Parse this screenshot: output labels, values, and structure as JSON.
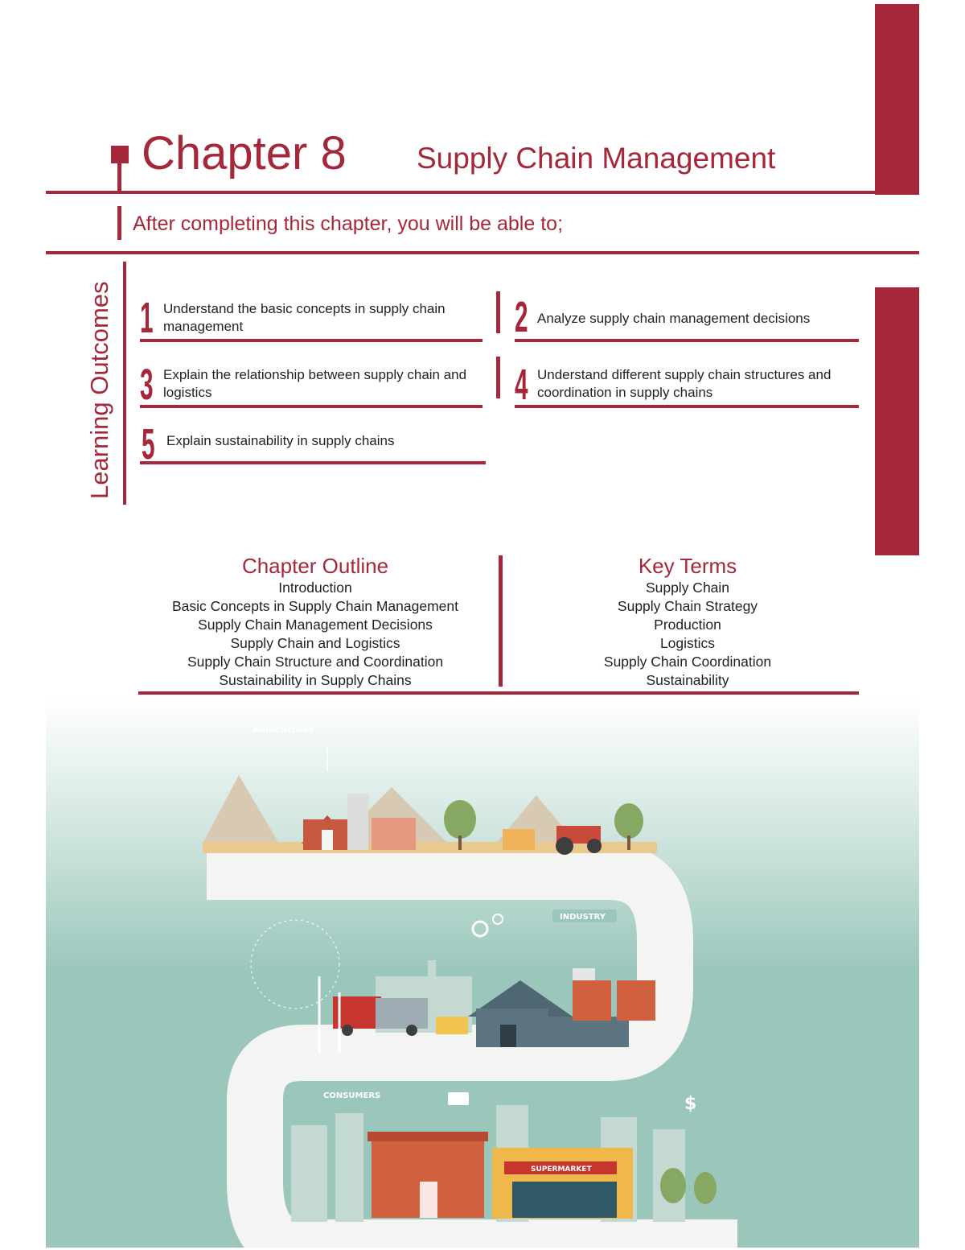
{
  "header": {
    "chapter": "Chapter 8",
    "title": "Supply Chain Management",
    "intro": "After completing this chapter, you will be able to;"
  },
  "learning_outcomes": {
    "label": "Learning Outcomes",
    "items": [
      {
        "number": "1",
        "text": "Understand the basic concepts in supply chain management"
      },
      {
        "number": "2",
        "text": "Analyze supply chain management decisions"
      },
      {
        "number": "3",
        "text": "Explain the relationship between supply chain and logistics"
      },
      {
        "number": "4",
        "text": "Understand different supply chain structures and coordination in supply chains"
      },
      {
        "number": "5",
        "text": "Explain sustainability in supply chains"
      }
    ]
  },
  "outline": {
    "title": "Chapter Outline",
    "items": [
      "Introduction",
      "Basic Concepts in Supply Chain Management",
      "Supply Chain Management Decisions",
      "Supply Chain and Logistics",
      "Supply Chain Structure and Coordination",
      "Sustainability in Supply Chains"
    ]
  },
  "key_terms": {
    "title": "Key Terms",
    "items": [
      "Supply Chain",
      "Supply Chain Strategy",
      "Production",
      "Logistics",
      "Supply Chain Coordination",
      "Sustainability"
    ]
  },
  "illustration": {
    "labels": {
      "agriculture": "AGRICULTURE",
      "industry": "INDUSTRY",
      "consumers": "CONSUMERS",
      "supermarket": "SUPERMARKET",
      "dollar": "$"
    }
  },
  "colors": {
    "accent": "#a4283a",
    "teal": "#9ac6bb",
    "road": "#f4f4f2"
  }
}
